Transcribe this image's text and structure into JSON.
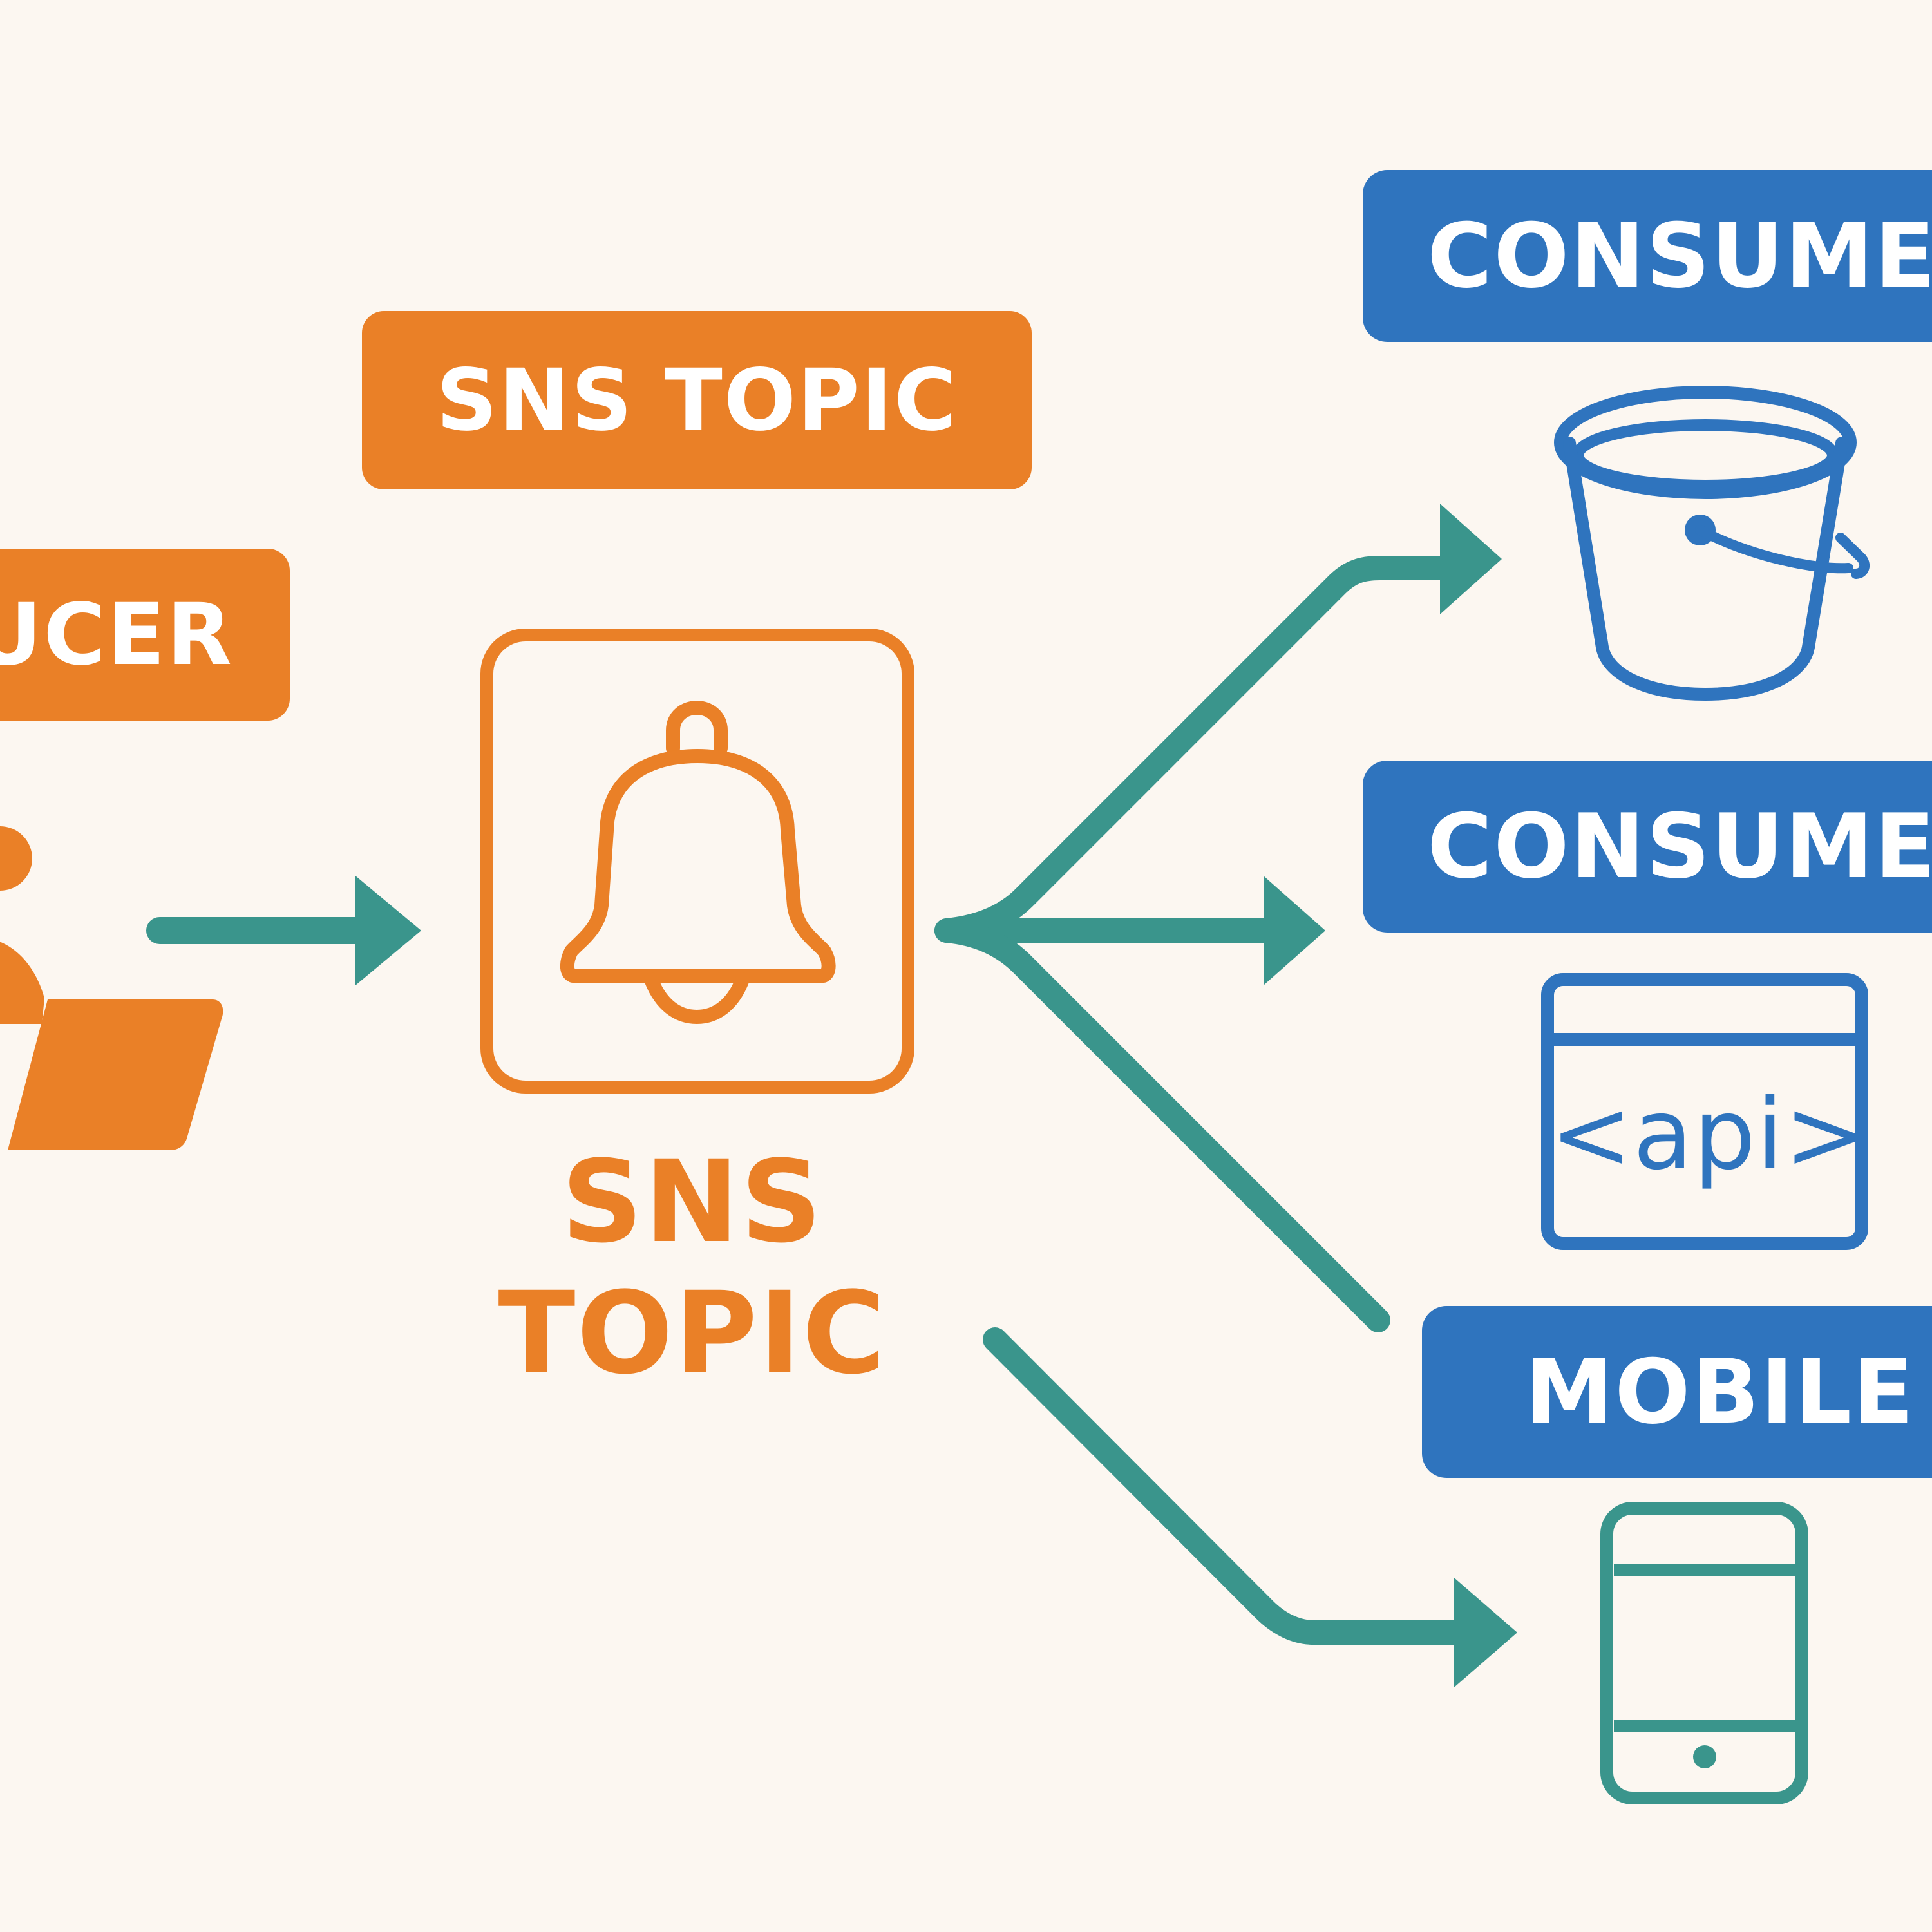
{
  "diagram": {
    "sns_label": "SNS TOPIC",
    "producer_label": "UCER",
    "center_caption_line_1": "SNS",
    "center_caption_line_2": "TOPIC",
    "consumer_label_1": "CONSUMER",
    "consumer_label_2": "CONSUMER",
    "mobile_label": "MOBILE",
    "api_label": "<api>",
    "icons": {
      "producer": "person-laptop-icon",
      "topic": "bell-icon",
      "storage": "bucket-icon",
      "api": "browser-api-icon",
      "mobile": "mobile-phone-icon"
    },
    "colors": {
      "background": "#FCF7F1",
      "orange": "#EA8027",
      "teal": "#3A958C",
      "blue": "#2F74BE",
      "white": "#FFFFFF"
    }
  }
}
